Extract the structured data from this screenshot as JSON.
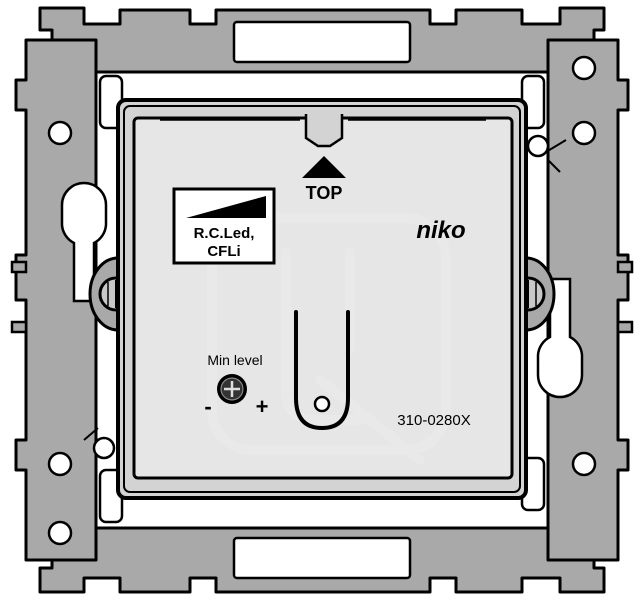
{
  "device": {
    "orientation_label": "TOP",
    "load_type_label_line1": "R.C.Led,",
    "load_type_label_line2": "CFLi",
    "brand": "niko",
    "min_level_label": "Min level",
    "minus_sign": "-",
    "plus_sign": "+",
    "article_number": "310-0280X"
  },
  "colors": {
    "frame": "#a9a9a9",
    "frame_outline": "#000000",
    "cover": "#d3d3d3",
    "faceplate": "#e6e6e6",
    "window": "#ffffff",
    "watermark": "#f0f0f0",
    "text": "#000000"
  },
  "icons": [
    "arrow-up-icon",
    "level-ramp-icon",
    "screw-icon",
    "rotary-knob-icon",
    "u-shaped-wire-icon",
    "watermark-logo-icon"
  ]
}
